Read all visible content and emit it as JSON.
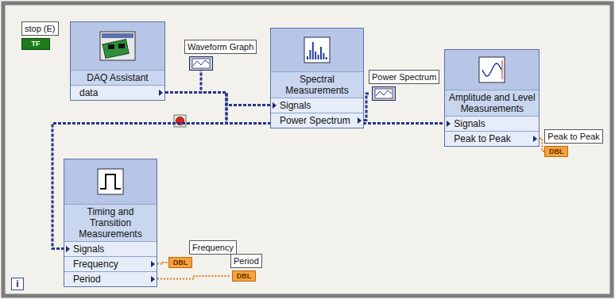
{
  "diagram": {
    "nodes": [
      {
        "text": [
          "stop (E)"
        ]
      },
      {
        "text": [
          "DAQ Assistant",
          "data"
        ]
      },
      {
        "text": [
          "Waveform Graph"
        ]
      },
      {
        "text": [
          "Spectral Measurements",
          "Signals",
          "Power Spectrum"
        ]
      },
      {
        "text": [
          "Power Spectrum"
        ]
      },
      {
        "text": [
          "Amplitude and Level Measurements",
          "Signals",
          "Peak to Peak"
        ]
      },
      {
        "text": [
          "Peak to Peak"
        ]
      },
      {
        "text": [
          "Timing and Transition Measurements",
          "Signals",
          "Frequency",
          "Period"
        ]
      },
      {
        "text": [
          "Frequency"
        ]
      },
      {
        "text": [
          "Period"
        ]
      }
    ],
    "edges": [
      {
        "from": 1,
        "to": 2,
        "arrow": "none"
      },
      {
        "from": 1,
        "to": 3,
        "arrow": "none"
      },
      {
        "from": 1,
        "to": 5,
        "arrow": "none"
      },
      {
        "from": 1,
        "to": 7,
        "arrow": "none"
      },
      {
        "from": 3,
        "to": 4,
        "arrow": "none"
      },
      {
        "from": 5,
        "to": 6,
        "arrow": "none"
      },
      {
        "from": 7,
        "to": 8,
        "arrow": "none"
      },
      {
        "from": 7,
        "to": 9,
        "arrow": "none"
      }
    ],
    "labels": [
      "TF",
      "DBL",
      "DBL",
      "DBL",
      "i"
    ]
  }
}
